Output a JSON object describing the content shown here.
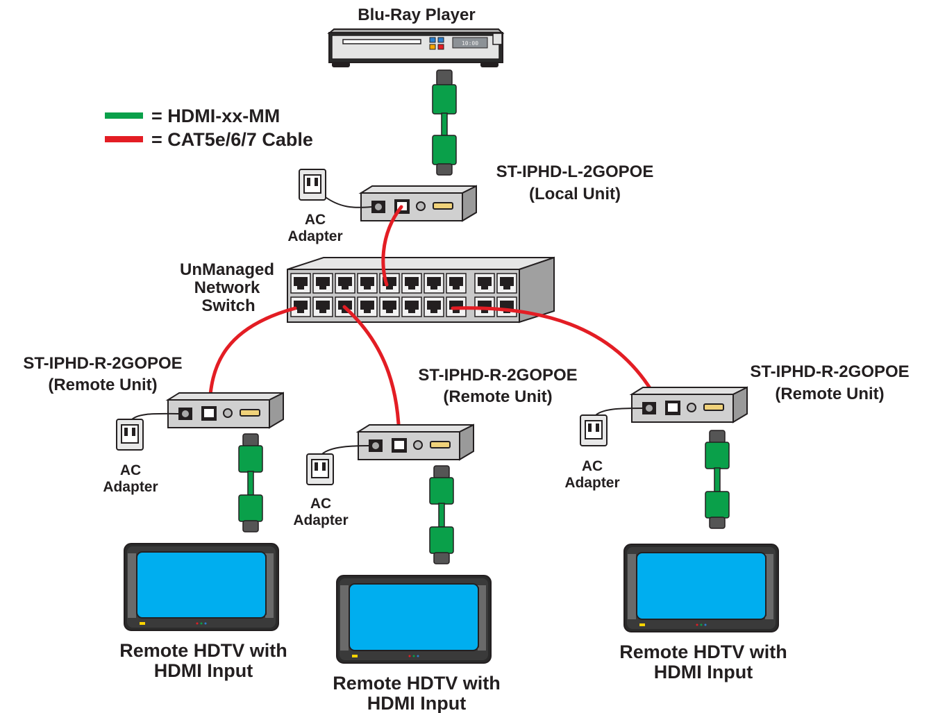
{
  "legend": {
    "hdmi": {
      "label": "= HDMI-xx-MM",
      "color": "#0aa04a"
    },
    "cat": {
      "label": "= CAT5e/6/7 Cable",
      "color": "#e31d24"
    }
  },
  "blu_ray": {
    "title": "Blu-Ray Player",
    "display": "10:00"
  },
  "local_unit": {
    "model": "ST-IPHD-L-2GOPOE",
    "role": "(Local Unit)"
  },
  "switch": {
    "line1": "UnManaged",
    "line2": "Network",
    "line3": "Switch"
  },
  "remote_units": [
    {
      "model": "ST-IPHD-R-2GOPOE",
      "role": "(Remote Unit)"
    },
    {
      "model": "ST-IPHD-R-2GOPOE",
      "role": "(Remote Unit)"
    },
    {
      "model": "ST-IPHD-R-2GOPOE",
      "role": "(Remote Unit)"
    }
  ],
  "adapters": [
    {
      "line1": "AC",
      "line2": "Adapter"
    },
    {
      "line1": "AC",
      "line2": "Adapter"
    },
    {
      "line1": "AC",
      "line2": "Adapter"
    },
    {
      "line1": "AC",
      "line2": "Adapter"
    }
  ],
  "tvs": [
    {
      "line1": "Remote HDTV with",
      "line2": "HDMI Input"
    },
    {
      "line1": "Remote HDTV with",
      "line2": "HDMI Input"
    },
    {
      "line1": "Remote HDTV with",
      "line2": "HDMI Input"
    }
  ],
  "colors": {
    "hdmi_green": "#0aa04a",
    "cat_red": "#e31d24",
    "screen_blue": "#00aeef",
    "box_gray": "#c8c8c8"
  }
}
